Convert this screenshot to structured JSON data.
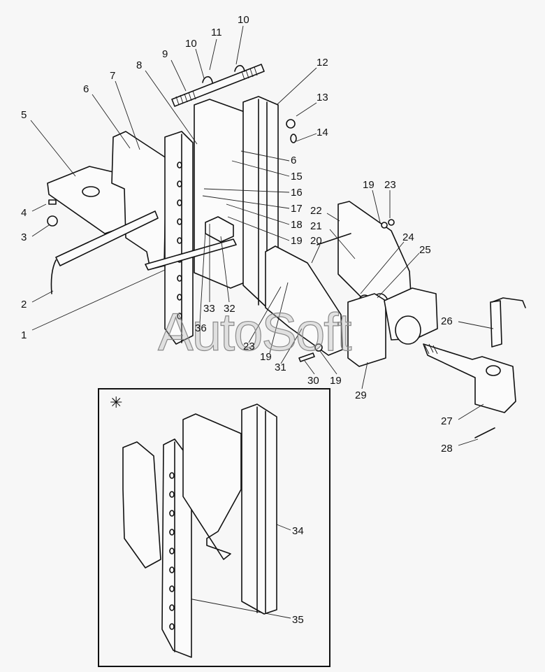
{
  "diagram": {
    "title_marker": "✳",
    "watermark": "AutoSoft",
    "callouts": [
      {
        "id": "c1",
        "text": "1"
      },
      {
        "id": "c2",
        "text": "2"
      },
      {
        "id": "c3",
        "text": "3"
      },
      {
        "id": "c4",
        "text": "4"
      },
      {
        "id": "c5",
        "text": "5"
      },
      {
        "id": "c6a",
        "text": "6"
      },
      {
        "id": "c7",
        "text": "7"
      },
      {
        "id": "c8",
        "text": "8"
      },
      {
        "id": "c9",
        "text": "9"
      },
      {
        "id": "c10a",
        "text": "10"
      },
      {
        "id": "c11",
        "text": "11"
      },
      {
        "id": "c10b",
        "text": "10"
      },
      {
        "id": "c12",
        "text": "12"
      },
      {
        "id": "c13",
        "text": "13"
      },
      {
        "id": "c14",
        "text": "14"
      },
      {
        "id": "c6b",
        "text": "6"
      },
      {
        "id": "c15",
        "text": "15"
      },
      {
        "id": "c16",
        "text": "16"
      },
      {
        "id": "c17",
        "text": "17"
      },
      {
        "id": "c18",
        "text": "18"
      },
      {
        "id": "c19a",
        "text": "19"
      },
      {
        "id": "c19b",
        "text": "19"
      },
      {
        "id": "c23a",
        "text": "23"
      },
      {
        "id": "c22",
        "text": "22"
      },
      {
        "id": "c21",
        "text": "21"
      },
      {
        "id": "c20",
        "text": "20"
      },
      {
        "id": "c24",
        "text": "24"
      },
      {
        "id": "c25",
        "text": "25"
      },
      {
        "id": "c26",
        "text": "26"
      },
      {
        "id": "c33",
        "text": "33"
      },
      {
        "id": "c32",
        "text": "32"
      },
      {
        "id": "c36",
        "text": "36"
      },
      {
        "id": "c23b",
        "text": "23"
      },
      {
        "id": "c19c",
        "text": "19"
      },
      {
        "id": "c31",
        "text": "31"
      },
      {
        "id": "c30",
        "text": "30"
      },
      {
        "id": "c19d",
        "text": "19"
      },
      {
        "id": "c29",
        "text": "29"
      },
      {
        "id": "c27",
        "text": "27"
      },
      {
        "id": "c28",
        "text": "28"
      },
      {
        "id": "c34",
        "text": "34"
      },
      {
        "id": "c35",
        "text": "35"
      }
    ]
  }
}
